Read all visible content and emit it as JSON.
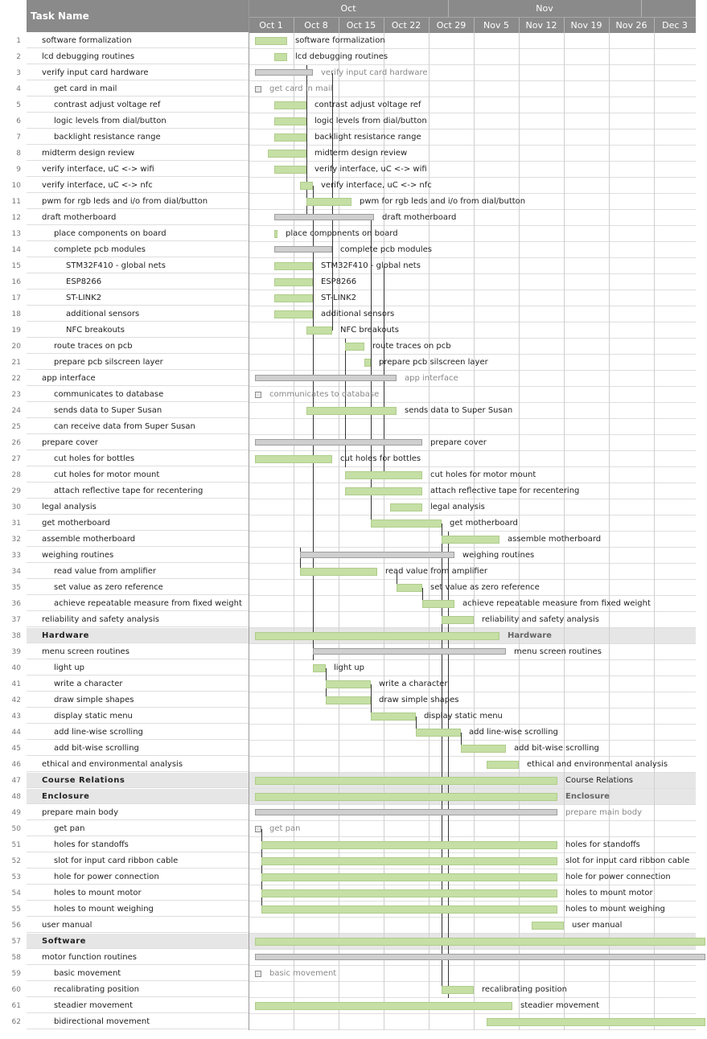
{
  "header": {
    "task_col": "Task Name",
    "months": [
      "Oct",
      "Nov"
    ],
    "weeks": [
      "Oct 1",
      "Oct 8",
      "Oct 15",
      "Oct 22",
      "Oct 29",
      "Nov 5",
      "Nov 12",
      "Nov 19",
      "Nov 26",
      "Dec 3"
    ]
  },
  "colors": {
    "header": "#8a8a8a",
    "task_bar": "#c5dfa5",
    "summary_bar": "#cfcfcf",
    "summary_row": "#e6e6e6"
  },
  "tasks": [
    {
      "n": "1",
      "name": "software formalization",
      "indent": 0
    },
    {
      "n": "2",
      "name": "lcd debugging routines",
      "indent": 0
    },
    {
      "n": "3",
      "name": "verify input card hardware",
      "indent": 0
    },
    {
      "n": "4",
      "name": "get card in mail",
      "indent": 1
    },
    {
      "n": "5",
      "name": "contrast adjust voltage ref",
      "indent": 1
    },
    {
      "n": "6",
      "name": "logic levels from dial/button",
      "indent": 1
    },
    {
      "n": "7",
      "name": "backlight resistance range",
      "indent": 1
    },
    {
      "n": "8",
      "name": "midterm design review",
      "indent": 0
    },
    {
      "n": "9",
      "name": "verify interface, uC <-> wifi",
      "indent": 0
    },
    {
      "n": "10",
      "name": "verify interface, uC <-> nfc",
      "indent": 0
    },
    {
      "n": "11",
      "name": "pwm for rgb leds and i/o from dial/button",
      "indent": 0
    },
    {
      "n": "12",
      "name": "draft motherboard",
      "indent": 0
    },
    {
      "n": "13",
      "name": "place components on board",
      "indent": 1
    },
    {
      "n": "14",
      "name": "complete pcb modules",
      "indent": 1
    },
    {
      "n": "15",
      "name": "STM32F410 - global nets",
      "indent": 2
    },
    {
      "n": "16",
      "name": "ESP8266",
      "indent": 2
    },
    {
      "n": "17",
      "name": "ST-LINK2",
      "indent": 2
    },
    {
      "n": "18",
      "name": "additional sensors",
      "indent": 2
    },
    {
      "n": "19",
      "name": "NFC breakouts",
      "indent": 2
    },
    {
      "n": "20",
      "name": "route traces on pcb",
      "indent": 1
    },
    {
      "n": "21",
      "name": "prepare pcb silscreen layer",
      "indent": 1
    },
    {
      "n": "22",
      "name": "app interface",
      "indent": 0
    },
    {
      "n": "23",
      "name": "communicates to database",
      "indent": 1
    },
    {
      "n": "24",
      "name": "sends data to Super Susan",
      "indent": 1
    },
    {
      "n": "25",
      "name": "can receive data from Super Susan",
      "indent": 1
    },
    {
      "n": "26",
      "name": "prepare cover",
      "indent": 0
    },
    {
      "n": "27",
      "name": "cut holes for bottles",
      "indent": 1
    },
    {
      "n": "28",
      "name": "cut holes for motor mount",
      "indent": 1
    },
    {
      "n": "29",
      "name": "attach reflective tape for recentering",
      "indent": 1
    },
    {
      "n": "30",
      "name": "legal analysis",
      "indent": 0
    },
    {
      "n": "31",
      "name": "get motherboard",
      "indent": 0
    },
    {
      "n": "32",
      "name": "assemble motherboard",
      "indent": 0
    },
    {
      "n": "33",
      "name": "weighing routines",
      "indent": 0
    },
    {
      "n": "34",
      "name": "read value from amplifier",
      "indent": 1
    },
    {
      "n": "35",
      "name": "set value as zero reference",
      "indent": 1
    },
    {
      "n": "36",
      "name": "achieve repeatable measure from fixed weight",
      "indent": 1
    },
    {
      "n": "37",
      "name": "reliability and safety analysis",
      "indent": 0
    },
    {
      "n": "38",
      "name": "Hardware",
      "indent": 0,
      "summary": true
    },
    {
      "n": "39",
      "name": "menu screen routines",
      "indent": 0
    },
    {
      "n": "40",
      "name": "light up",
      "indent": 1
    },
    {
      "n": "41",
      "name": "write a character",
      "indent": 1
    },
    {
      "n": "42",
      "name": "draw simple shapes",
      "indent": 1
    },
    {
      "n": "43",
      "name": "display static menu",
      "indent": 1
    },
    {
      "n": "44",
      "name": "add line-wise scrolling",
      "indent": 1
    },
    {
      "n": "45",
      "name": "add bit-wise scrolling",
      "indent": 1
    },
    {
      "n": "46",
      "name": "ethical and environmental analysis",
      "indent": 0
    },
    {
      "n": "47",
      "name": "Course Relations",
      "indent": 0,
      "summary": true
    },
    {
      "n": "48",
      "name": "Enclosure",
      "indent": 0,
      "summary": true
    },
    {
      "n": "49",
      "name": "prepare main body",
      "indent": 0
    },
    {
      "n": "50",
      "name": "get pan",
      "indent": 1
    },
    {
      "n": "51",
      "name": "holes for standoffs",
      "indent": 1
    },
    {
      "n": "52",
      "name": "slot for input card ribbon cable",
      "indent": 1
    },
    {
      "n": "53",
      "name": "hole for power connection",
      "indent": 1
    },
    {
      "n": "54",
      "name": "holes to mount motor",
      "indent": 1
    },
    {
      "n": "55",
      "name": "holes to mount weighing",
      "indent": 1
    },
    {
      "n": "56",
      "name": "user manual",
      "indent": 0
    },
    {
      "n": "57",
      "name": "Software",
      "indent": 0,
      "summary": true
    },
    {
      "n": "58",
      "name": "motor function routines",
      "indent": 0
    },
    {
      "n": "59",
      "name": "basic movement",
      "indent": 1
    },
    {
      "n": "60",
      "name": "recalibrating position",
      "indent": 1
    },
    {
      "n": "61",
      "name": "steadier movement",
      "indent": 1
    },
    {
      "n": "62",
      "name": "bidirectional movement",
      "indent": 1
    }
  ],
  "bars": [
    {
      "row": 0,
      "s": 0,
      "e": 5,
      "k": "t",
      "label": "software formalization"
    },
    {
      "row": 1,
      "s": 3,
      "e": 5,
      "k": "t",
      "label": "lcd debugging routines"
    },
    {
      "row": 2,
      "s": 0,
      "e": 9,
      "k": "s",
      "label": "verify input card hardware",
      "lg": true
    },
    {
      "row": 3,
      "s": 0,
      "e": 0,
      "k": "m",
      "label": "get card in mail",
      "lg": true
    },
    {
      "row": 4,
      "s": 3,
      "e": 8,
      "k": "t",
      "label": "contrast adjust voltage ref"
    },
    {
      "row": 5,
      "s": 3,
      "e": 8,
      "k": "t",
      "label": "logic levels from dial/button"
    },
    {
      "row": 6,
      "s": 3,
      "e": 8,
      "k": "t",
      "label": "backlight resistance range"
    },
    {
      "row": 7,
      "s": 2,
      "e": 8,
      "k": "t",
      "label": "midterm design review"
    },
    {
      "row": 8,
      "s": 3,
      "e": 8,
      "k": "t",
      "label": "verify interface, uC <-> wifi"
    },
    {
      "row": 9,
      "s": 7,
      "e": 9,
      "k": "t",
      "label": "verify interface, uC <-> nfc"
    },
    {
      "row": 10,
      "s": 8,
      "e": 15,
      "k": "t",
      "label": "pwm for rgb leds and i/o from dial/button"
    },
    {
      "row": 11,
      "s": 3,
      "e": 18.5,
      "k": "s",
      "label": "draft motherboard"
    },
    {
      "row": 12,
      "s": 3,
      "e": 3.4,
      "k": "t",
      "label": "place components on board"
    },
    {
      "row": 13,
      "s": 3,
      "e": 12,
      "k": "s",
      "label": "complete pcb modules"
    },
    {
      "row": 14,
      "s": 3,
      "e": 9,
      "k": "t",
      "label": "STM32F410 - global nets"
    },
    {
      "row": 15,
      "s": 3,
      "e": 9,
      "k": "t",
      "label": "ESP8266"
    },
    {
      "row": 16,
      "s": 3,
      "e": 9,
      "k": "t",
      "label": "ST-LINK2"
    },
    {
      "row": 17,
      "s": 3,
      "e": 9,
      "k": "t",
      "label": "additional sensors"
    },
    {
      "row": 18,
      "s": 8,
      "e": 12,
      "k": "t",
      "label": "NFC breakouts"
    },
    {
      "row": 19,
      "s": 14,
      "e": 17,
      "k": "t",
      "label": "route traces on pcb"
    },
    {
      "row": 20,
      "s": 17,
      "e": 18,
      "k": "t",
      "label": "prepare pcb silscreen layer"
    },
    {
      "row": 21,
      "s": 0,
      "e": 22,
      "k": "s",
      "label": "app interface",
      "lg": true
    },
    {
      "row": 22,
      "s": 0,
      "e": 0,
      "k": "m",
      "label": "communicates to database",
      "lg": true
    },
    {
      "row": 23,
      "s": 8,
      "e": 22,
      "k": "t",
      "label": "sends data to Super Susan"
    },
    {
      "row": 25,
      "s": 0,
      "e": 26,
      "k": "s",
      "label": "prepare cover"
    },
    {
      "row": 26,
      "s": 0,
      "e": 12,
      "k": "t",
      "label": "cut holes for bottles"
    },
    {
      "row": 27,
      "s": 14,
      "e": 26,
      "k": "t",
      "label": "cut holes for motor mount"
    },
    {
      "row": 28,
      "s": 14,
      "e": 26,
      "k": "t",
      "label": "attach reflective tape for recentering"
    },
    {
      "row": 29,
      "s": 21,
      "e": 26,
      "k": "t",
      "label": "legal analysis"
    },
    {
      "row": 30,
      "s": 18,
      "e": 29,
      "k": "t",
      "label": "get motherboard"
    },
    {
      "row": 31,
      "s": 29,
      "e": 38,
      "k": "t",
      "label": "assemble motherboard"
    },
    {
      "row": 32,
      "s": 7,
      "e": 31,
      "k": "s",
      "label": "weighing routines"
    },
    {
      "row": 33,
      "s": 7,
      "e": 19,
      "k": "t",
      "label": "read value from amplifier"
    },
    {
      "row": 34,
      "s": 22,
      "e": 26,
      "k": "t",
      "label": "set value as zero reference"
    },
    {
      "row": 35,
      "s": 26,
      "e": 31,
      "k": "t",
      "label": "achieve repeatable measure from fixed weight"
    },
    {
      "row": 36,
      "s": 29,
      "e": 34,
      "k": "t",
      "label": "reliability and safety analysis"
    },
    {
      "row": 37,
      "s": 0,
      "e": 38,
      "k": "t",
      "label": "Hardware",
      "lb": true
    },
    {
      "row": 38,
      "s": 9,
      "e": 39,
      "k": "s",
      "label": "menu screen routines"
    },
    {
      "row": 39,
      "s": 9,
      "e": 11,
      "k": "t",
      "label": "light up"
    },
    {
      "row": 40,
      "s": 11,
      "e": 18,
      "k": "t",
      "label": "write a character"
    },
    {
      "row": 41,
      "s": 11,
      "e": 18,
      "k": "t",
      "label": "draw simple shapes"
    },
    {
      "row": 42,
      "s": 18,
      "e": 25,
      "k": "t",
      "label": "display static menu"
    },
    {
      "row": 43,
      "s": 25,
      "e": 32,
      "k": "t",
      "label": "add line-wise scrolling"
    },
    {
      "row": 44,
      "s": 32,
      "e": 39,
      "k": "t",
      "label": "add bit-wise scrolling"
    },
    {
      "row": 45,
      "s": 36,
      "e": 41,
      "k": "t",
      "label": "ethical and environmental analysis"
    },
    {
      "row": 46,
      "s": 0,
      "e": 47,
      "k": "t",
      "label": "Course Relations"
    },
    {
      "row": 47,
      "s": 0,
      "e": 47,
      "k": "t",
      "label": "Enclosure",
      "lb": true
    },
    {
      "row": 48,
      "s": 0,
      "e": 47,
      "k": "s",
      "label": "prepare main body",
      "lg": true
    },
    {
      "row": 49,
      "s": 0,
      "e": 0,
      "k": "m",
      "label": "get pan",
      "lg": true
    },
    {
      "row": 50,
      "s": 1,
      "e": 47,
      "k": "t",
      "label": "holes for standoffs"
    },
    {
      "row": 51,
      "s": 1,
      "e": 47,
      "k": "t",
      "label": "slot for input card ribbon cable"
    },
    {
      "row": 52,
      "s": 1,
      "e": 47,
      "k": "t",
      "label": "hole for power connection"
    },
    {
      "row": 53,
      "s": 1,
      "e": 47,
      "k": "t",
      "label": "holes to mount motor"
    },
    {
      "row": 54,
      "s": 1,
      "e": 47,
      "k": "t",
      "label": "holes to mount weighing"
    },
    {
      "row": 55,
      "s": 43,
      "e": 48,
      "k": "t",
      "label": "user manual"
    },
    {
      "row": 56,
      "s": 0,
      "e": 70,
      "k": "t",
      "label": ""
    },
    {
      "row": 57,
      "s": 0,
      "e": 70,
      "k": "s",
      "label": ""
    },
    {
      "row": 58,
      "s": 0,
      "e": 0,
      "k": "m",
      "label": "basic movement",
      "lg": true
    },
    {
      "row": 59,
      "s": 29,
      "e": 34,
      "k": "t",
      "label": "recalibrating position"
    },
    {
      "row": 60,
      "s": 0,
      "e": 40,
      "k": "t",
      "label": "steadier movement"
    },
    {
      "row": 61,
      "s": 36,
      "e": 70,
      "k": "t",
      "label": ""
    }
  ],
  "connectors": [
    [
      0,
      1.5,
      2,
      1.5
    ],
    [
      8,
      2,
      8,
      11.5
    ],
    [
      12,
      2.5,
      12,
      18.5
    ],
    [
      18,
      11.5,
      18,
      20.5
    ],
    [
      20,
      14.5,
      20,
      19.5
    ],
    [
      20,
      14.5,
      20,
      27.5
    ],
    [
      14,
      19,
      14,
      27
    ],
    [
      18,
      20,
      18,
      30.5
    ],
    [
      9,
      9.5,
      9,
      38.5
    ],
    [
      7,
      32,
      7,
      33.5
    ],
    [
      22,
      33.5,
      22,
      34.5
    ],
    [
      26,
      34.5,
      26,
      35.5
    ],
    [
      29,
      30.5,
      29,
      59.5
    ],
    [
      11,
      39.5,
      11,
      41.5
    ],
    [
      18,
      40.5,
      18,
      42.5
    ],
    [
      25,
      42.5,
      25,
      43.5
    ],
    [
      32,
      43.5,
      32,
      44.5
    ],
    [
      1,
      49.5,
      1,
      54.5
    ],
    [
      30,
      31,
      30,
      60
    ],
    [
      9,
      23.5,
      9,
      39
    ]
  ]
}
